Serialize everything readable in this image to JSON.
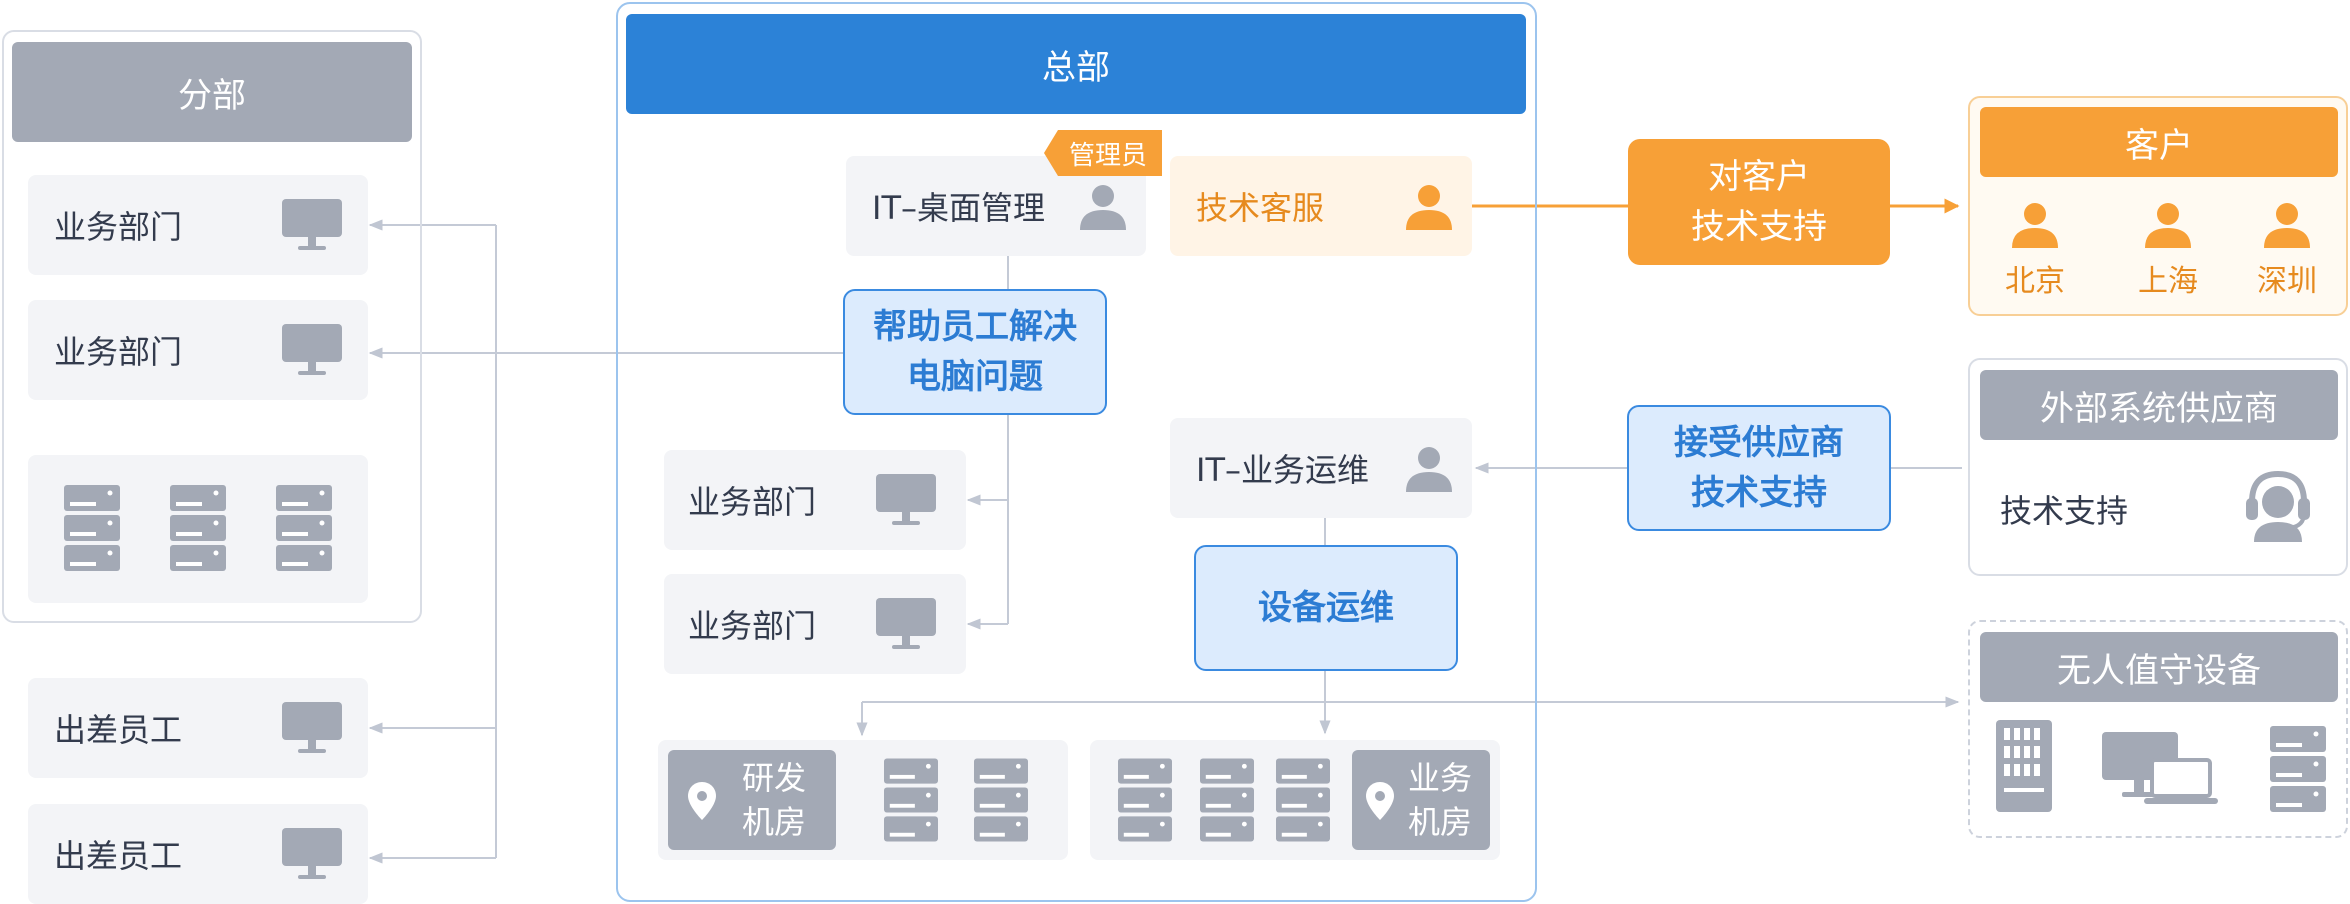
{
  "branch": {
    "title": "分部",
    "dept_1": "业务部门",
    "dept_2": "业务部门",
    "travel_1": "出差员工",
    "travel_2": "出差员工"
  },
  "hq": {
    "title": "总部",
    "desktop_mgmt": "IT–桌面管理",
    "admin_tag": "管理员",
    "tech_service": "技术客服",
    "help_box": [
      "帮助员工解决",
      "电脑问题"
    ],
    "dept_1": "业务部门",
    "dept_2": "业务部门",
    "biz_ops": "IT–业务运维",
    "device_ops": "设备运维",
    "rd_room": [
      "研发",
      "机房"
    ],
    "biz_room": [
      "业务",
      "机房"
    ]
  },
  "client_support": [
    "对客户",
    "技术支持"
  ],
  "vendor_support": [
    "接受供应商",
    "技术支持"
  ],
  "client": {
    "title": "客户",
    "cities": [
      "北京",
      "上海",
      "深圳"
    ]
  },
  "vendor": {
    "title": "外部系统供应商",
    "support": "技术支持"
  },
  "unattended": {
    "title": "无人值守设备"
  },
  "colors": {
    "gray": "#a3a9b5",
    "blue": "#2c82d7",
    "orange": "#f7a037",
    "light_blue": "#dcebfd"
  },
  "icons": [
    "monitor-icon",
    "server-icon",
    "person-icon",
    "location-pin-icon",
    "headset-icon",
    "laptop-icon"
  ]
}
